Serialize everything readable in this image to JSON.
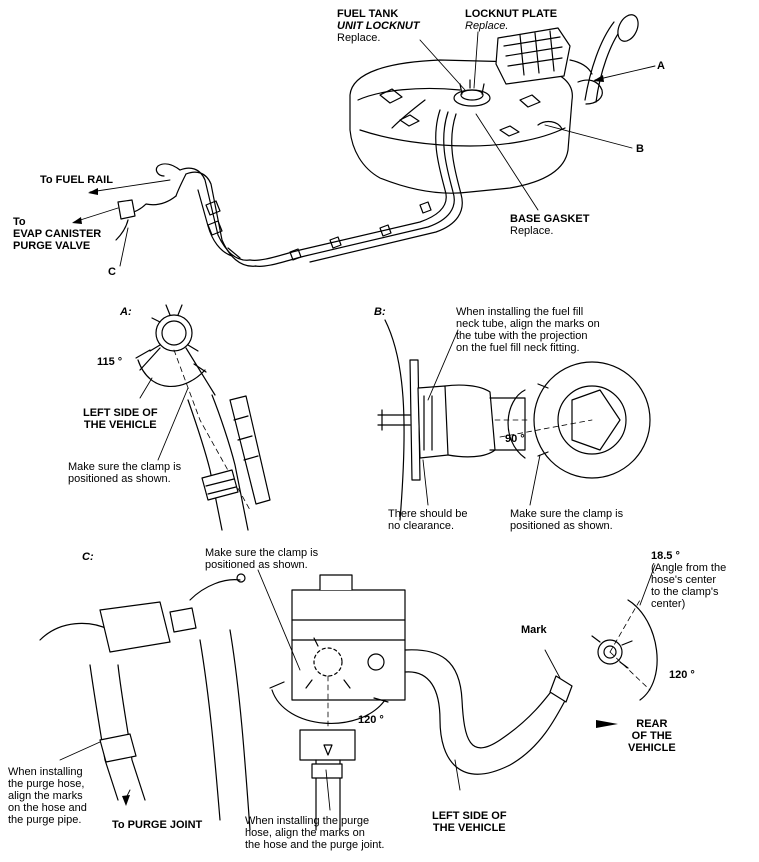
{
  "top": {
    "fuel_tank_locknut": {
      "line1": "FUEL TANK",
      "line2": "UNIT LOCKNUT",
      "note": "Replace."
    },
    "locknut_plate": {
      "line1": "LOCKNUT PLATE",
      "note": "Replace."
    },
    "label_a": "A",
    "label_b": "B",
    "base_gasket": {
      "line1": "BASE GASKET",
      "note": "Replace."
    },
    "to_fuel_rail": "To FUEL RAIL",
    "to_evap": {
      "line1": "To",
      "line2": "EVAP CANISTER",
      "line3": "PURGE VALVE"
    },
    "label_c": "C"
  },
  "detail_a": {
    "title": "A:",
    "angle": "115 °",
    "left_side": {
      "line1": "LEFT SIDE OF",
      "line2": "THE VEHICLE"
    },
    "clamp_note": {
      "line1": "Make sure the clamp is",
      "line2": "positioned as shown."
    }
  },
  "detail_b": {
    "title": "B:",
    "install_note": {
      "line1": "When installing the fuel fill",
      "line2": "neck tube, align the marks on",
      "line3": "the tube with the projection",
      "line4": "on the fuel fill neck fitting."
    },
    "angle": "90 °",
    "clearance_note": {
      "line1": "There should be",
      "line2": "no clearance."
    },
    "clamp_note": {
      "line1": "Make sure the clamp is",
      "line2": "positioned as shown."
    }
  },
  "detail_c": {
    "title": "C:",
    "clamp_note": {
      "line1": "Make sure the clamp is",
      "line2": "positioned as shown."
    },
    "angle_note": {
      "value": "18.5 °",
      "line1": "(Angle from the",
      "line2": "hose's center",
      "line3": "to the clamp's",
      "line4": "center)"
    },
    "mark": "Mark",
    "angle_right": "120 °",
    "angle_center": "120 °",
    "rear": {
      "line1": "REAR",
      "line2": "OF THE",
      "line3": "VEHICLE"
    },
    "purge_hose_note": {
      "line1": "When installing",
      "line2": "the purge hose,",
      "line3": "align the marks",
      "line4": "on the hose and",
      "line5": "the purge pipe."
    },
    "to_purge_joint": "To PURGE JOINT",
    "purge_joint_note": {
      "line1": "When installing the purge",
      "line2": "hose, align the marks on",
      "line3": "the hose and the purge joint."
    },
    "left_side": {
      "line1": "LEFT SIDE OF",
      "line2": "THE VEHICLE"
    }
  }
}
